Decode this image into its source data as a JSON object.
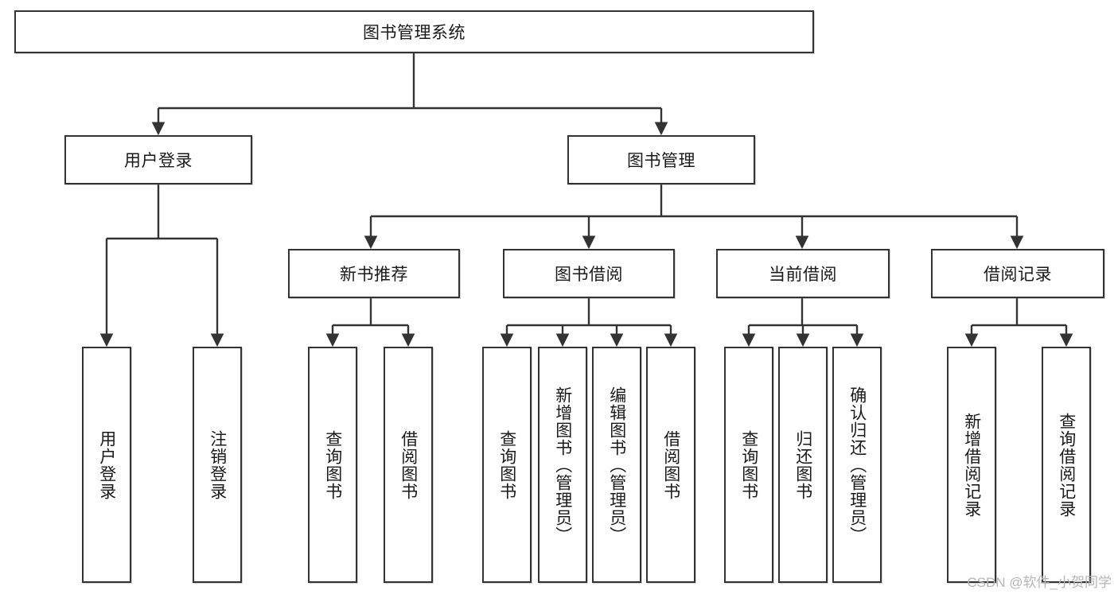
{
  "diagram": {
    "title": "图书管理系统",
    "type": "hierarchy-tree",
    "watermark": "CSDN @软件_小贺同学",
    "colors": {
      "box_border": "#333333",
      "box_fill": "#ffffff",
      "connector": "#333333",
      "text": "#1a1a1a",
      "watermark": "#b5b5b5"
    },
    "levels": {
      "root": {
        "label": "图书管理系统"
      },
      "level2": [
        {
          "label": "用户登录"
        },
        {
          "label": "图书管理"
        }
      ],
      "level3": [
        {
          "label": "新书推荐"
        },
        {
          "label": "图书借阅"
        },
        {
          "label": "当前借阅"
        },
        {
          "label": "借阅记录"
        }
      ]
    },
    "leaves": {
      "user_login": [
        {
          "label": "用户登录"
        },
        {
          "label": "注销登录"
        }
      ],
      "new_book_recommend": [
        {
          "label": "查询图书"
        },
        {
          "label": "借阅图书"
        }
      ],
      "book_borrow": [
        {
          "label": "查询图书"
        },
        {
          "label": "新增图书（管理员）"
        },
        {
          "label": "编辑图书（管理员）"
        },
        {
          "label": "借阅图书"
        }
      ],
      "current_borrow": [
        {
          "label": "查询图书"
        },
        {
          "label": "归还图书"
        },
        {
          "label": "确认归还（管理员）"
        }
      ],
      "borrow_record": [
        {
          "label": "新增借阅记录"
        },
        {
          "label": "查询借阅记录"
        }
      ]
    }
  }
}
